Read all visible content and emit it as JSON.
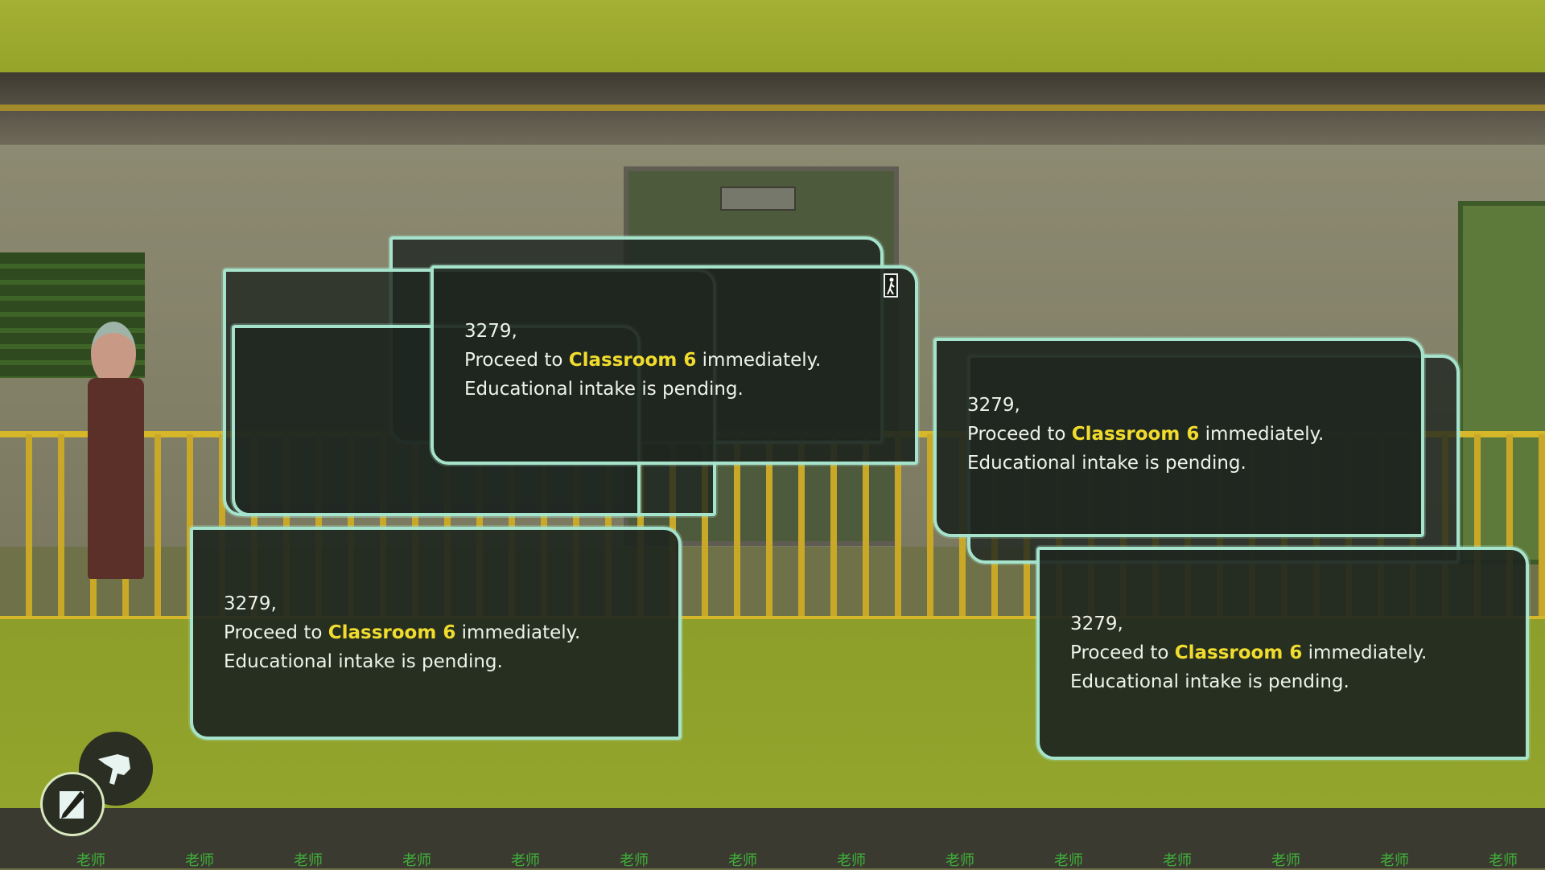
{
  "message": {
    "recipient": "3279,",
    "prefix": "Proceed to",
    "location": "Classroom 6",
    "suffix": "immediately.",
    "line3": "Educational intake is pending."
  },
  "colors": {
    "highlight": "#f1dc2e",
    "panel_border": "#a6e3cc",
    "background_green": "#95a42a"
  },
  "hud": {
    "journal_button_icon": "pencil-notepad-icon",
    "interact_button_icon": "pointing-hand-icon"
  },
  "bottom_glyphs": [
    "老师",
    "老师",
    "老师",
    "老师",
    "老师",
    "老师",
    "老师",
    "老师",
    "老师",
    "老师",
    "老师",
    "老师",
    "老师",
    "老师"
  ]
}
